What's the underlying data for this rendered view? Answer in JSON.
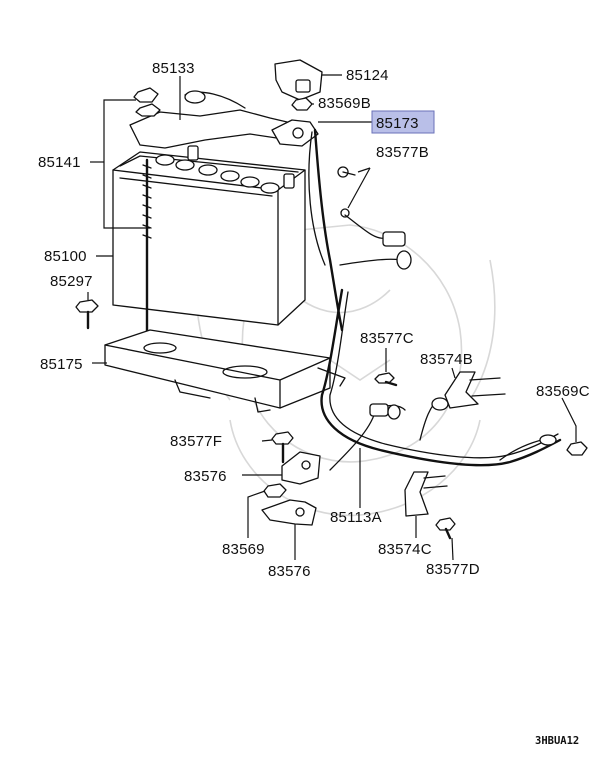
{
  "labels": {
    "p85133": "85133",
    "p85124": "85124",
    "p83569B": "83569B",
    "p85173": "85173",
    "p83577B": "83577B",
    "p85141": "85141",
    "p85100": "85100",
    "p85297": "85297",
    "p85175": "85175",
    "p83577C": "83577C",
    "p83574B": "83574B",
    "p83569C": "83569C",
    "p83577F": "83577F",
    "p83576a": "83576",
    "p85113A": "85113A",
    "p83569": "83569",
    "p83576b": "83576",
    "p83574C": "83574C",
    "p83577D": "83577D"
  },
  "highlighted_part": "85173",
  "highlight_color": "#b9bfe8",
  "diagram_code": "3HBUA12"
}
